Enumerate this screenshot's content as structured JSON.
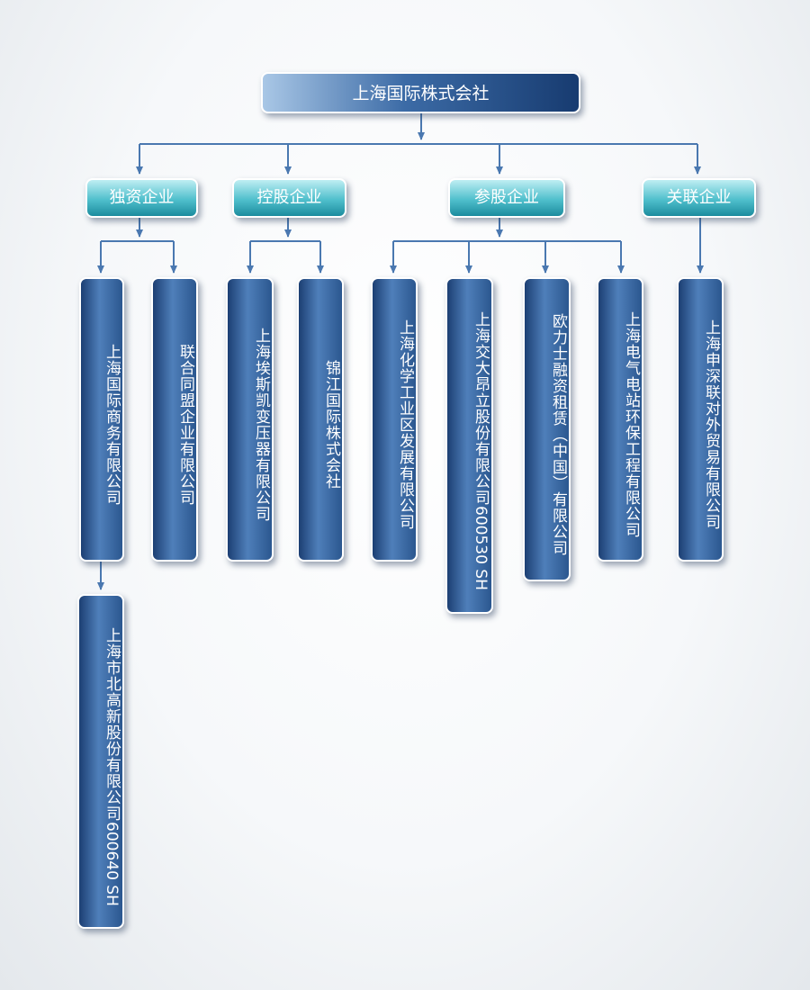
{
  "root": "上海国际株式会社",
  "categories": {
    "wholly_owned": "独资企业",
    "controlled": "控股企业",
    "participating": "参股企业",
    "affiliated": "关联企业"
  },
  "companies": {
    "shanghai_intl_trade": "上海国际商务有限公司",
    "lianhe_tongmeng": "联合同盟企业有限公司",
    "shanghai_aisikai": "上海埃斯凯变压器有限公司",
    "jinjiang_intl": "锦江国际株式会社",
    "shanghai_chem_zone": "上海化学工业区发展有限公司",
    "jiaoda_onlly": {
      "name": "上海交大昂立股份有限公司",
      "code": "600530 SH"
    },
    "orix_leasing": "欧力士融资租赁（中国）有限公司",
    "shanghai_electric_env": "上海电气电站环保工程有限公司",
    "shenshen_trade": "上海申深联对外贸易有限公司",
    "beigao_xin": {
      "name": "上海市北高新股份有限公司",
      "code": "600640 SH"
    }
  },
  "colors": {
    "root_fill": "#2b578f",
    "category_fill": "#4fbfcc",
    "company_fill": "#3a6aa6",
    "connector": "#4a78b0"
  }
}
